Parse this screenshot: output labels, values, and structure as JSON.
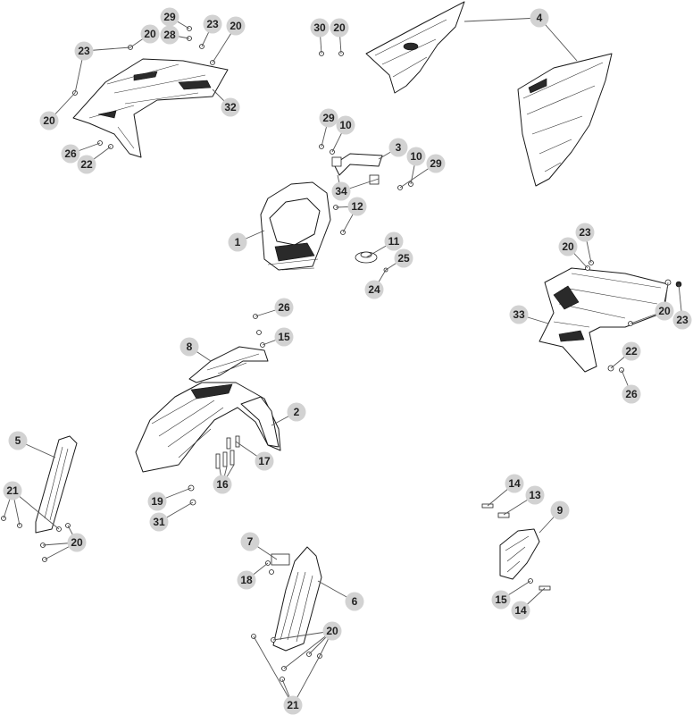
{
  "diagram": {
    "callouts": [
      {
        "label": "29"
      },
      {
        "label": "23"
      },
      {
        "label": "20"
      },
      {
        "label": "20"
      },
      {
        "label": "28"
      },
      {
        "label": "23"
      },
      {
        "label": "20"
      },
      {
        "label": "26"
      },
      {
        "label": "22"
      },
      {
        "label": "32"
      },
      {
        "label": "30"
      },
      {
        "label": "20"
      },
      {
        "label": "4"
      },
      {
        "label": "29"
      },
      {
        "label": "10"
      },
      {
        "label": "3"
      },
      {
        "label": "10"
      },
      {
        "label": "29"
      },
      {
        "label": "34"
      },
      {
        "label": "12"
      },
      {
        "label": "1"
      },
      {
        "label": "11"
      },
      {
        "label": "25"
      },
      {
        "label": "24"
      },
      {
        "label": "23"
      },
      {
        "label": "20"
      },
      {
        "label": "33"
      },
      {
        "label": "20"
      },
      {
        "label": "23"
      },
      {
        "label": "22"
      },
      {
        "label": "26"
      },
      {
        "label": "26"
      },
      {
        "label": "15"
      },
      {
        "label": "8"
      },
      {
        "label": "2"
      },
      {
        "label": "17"
      },
      {
        "label": "16"
      },
      {
        "label": "19"
      },
      {
        "label": "31"
      },
      {
        "label": "5"
      },
      {
        "label": "21"
      },
      {
        "label": "20"
      },
      {
        "label": "14"
      },
      {
        "label": "13"
      },
      {
        "label": "9"
      },
      {
        "label": "15"
      },
      {
        "label": "14"
      },
      {
        "label": "7"
      },
      {
        "label": "18"
      },
      {
        "label": "6"
      },
      {
        "label": "20"
      },
      {
        "label": "21"
      }
    ]
  }
}
